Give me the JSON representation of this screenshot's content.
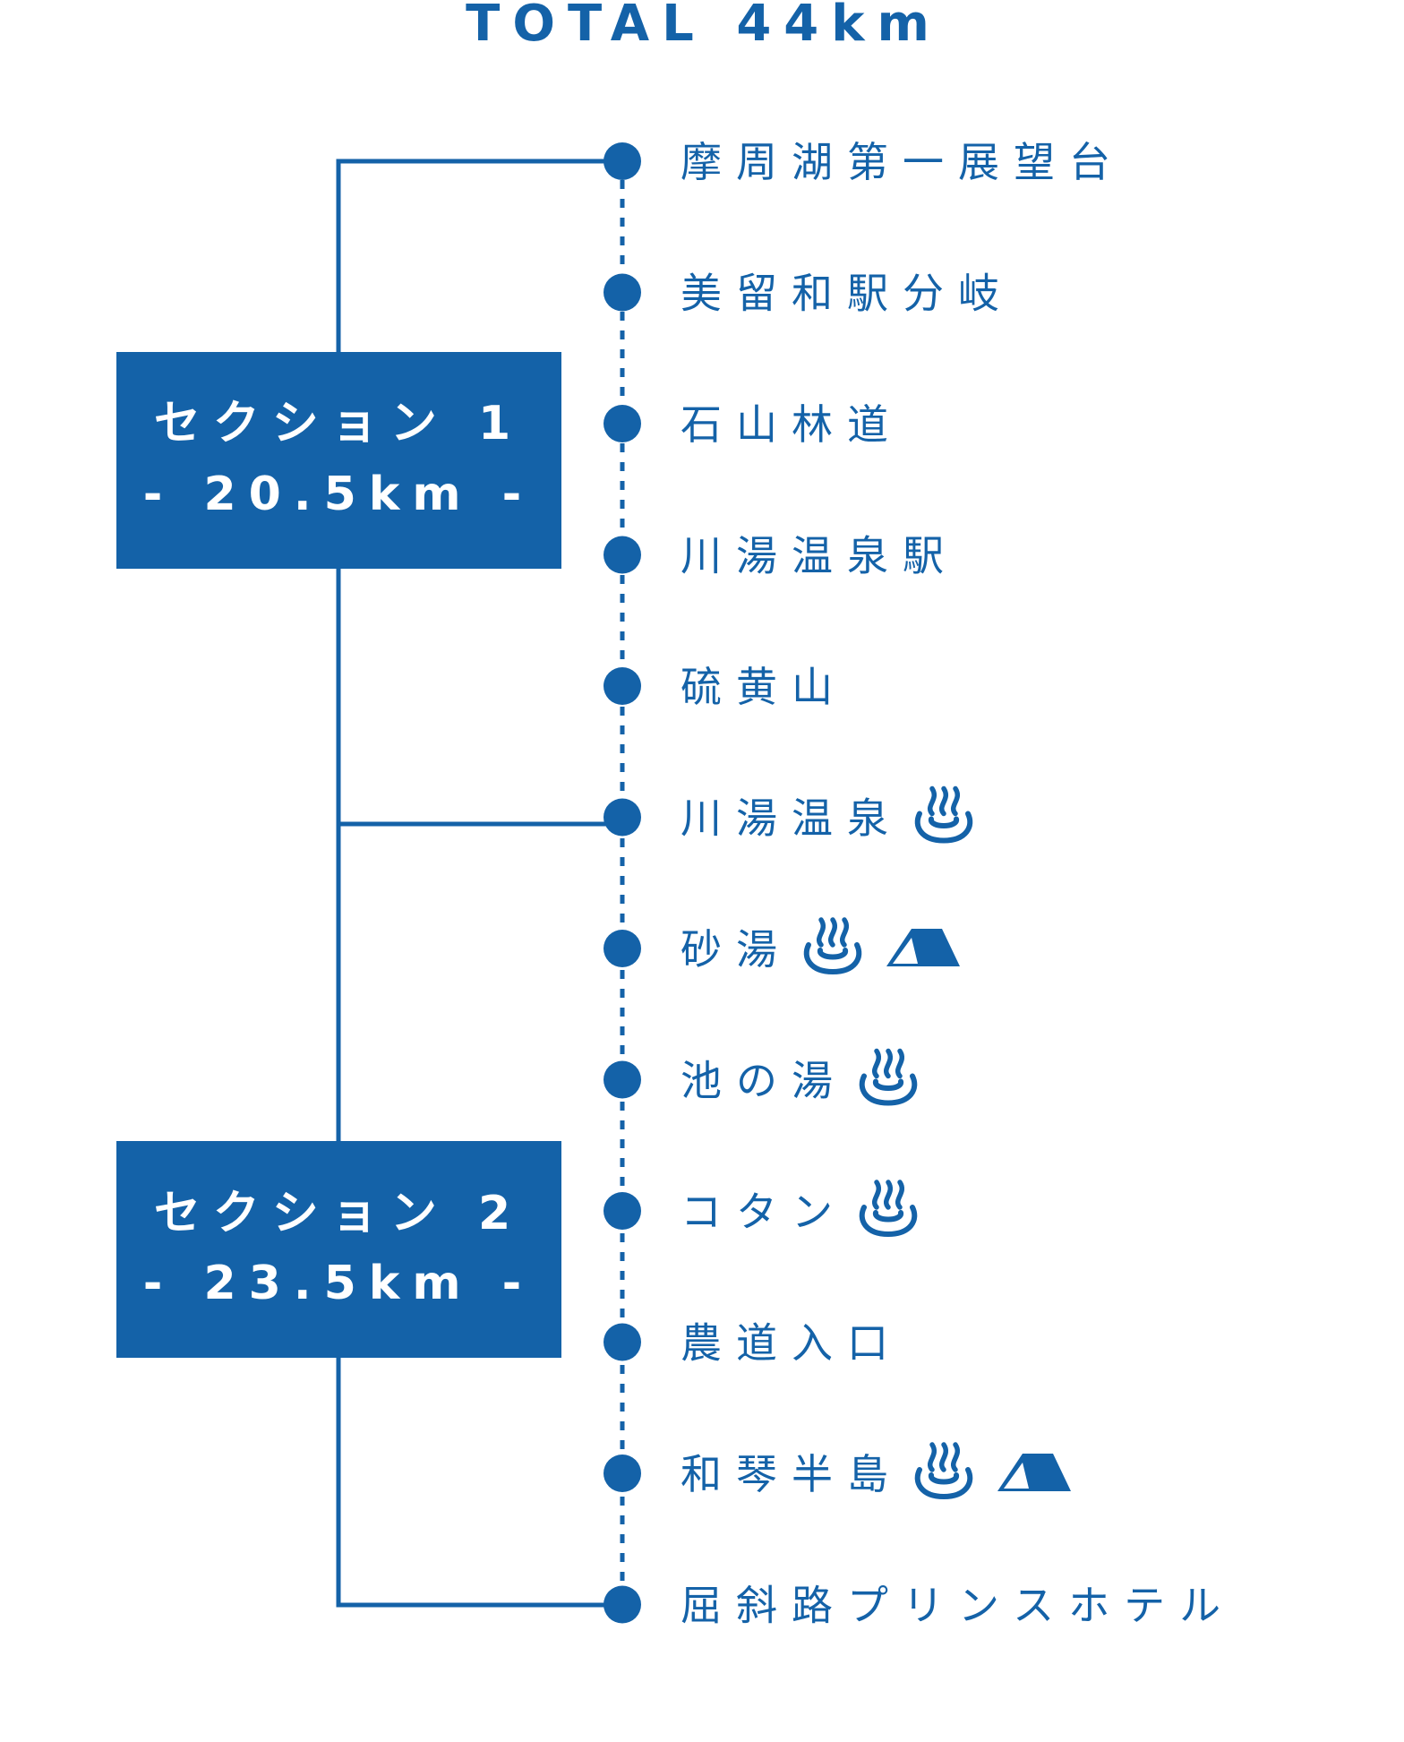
{
  "colors": {
    "primary": "#1462a8",
    "background": "#ffffff",
    "box_text": "#ffffff"
  },
  "title": "TOTAL 44km",
  "sections": [
    {
      "name": "セクション 1",
      "distance": "- 20.5km -"
    },
    {
      "name": "セクション 2",
      "distance": "- 23.5km -"
    }
  ],
  "stops": [
    {
      "name": "摩周湖第一展望台",
      "icons": []
    },
    {
      "name": "美留和駅分岐",
      "icons": []
    },
    {
      "name": "石山林道",
      "icons": []
    },
    {
      "name": "川湯温泉駅",
      "icons": []
    },
    {
      "name": "硫黄山",
      "icons": []
    },
    {
      "name": "川湯温泉",
      "icons": [
        "hot-spring-icon"
      ]
    },
    {
      "name": "砂湯",
      "icons": [
        "hot-spring-icon",
        "camping-tent-icon"
      ]
    },
    {
      "name": "池の湯",
      "icons": [
        "hot-spring-icon"
      ]
    },
    {
      "name": "コタン",
      "icons": [
        "hot-spring-icon"
      ]
    },
    {
      "name": "農道入口",
      "icons": []
    },
    {
      "name": "和琴半島",
      "icons": [
        "hot-spring-icon",
        "camping-tent-icon"
      ]
    },
    {
      "name": "屈斜路プリンスホテル",
      "icons": []
    }
  ]
}
